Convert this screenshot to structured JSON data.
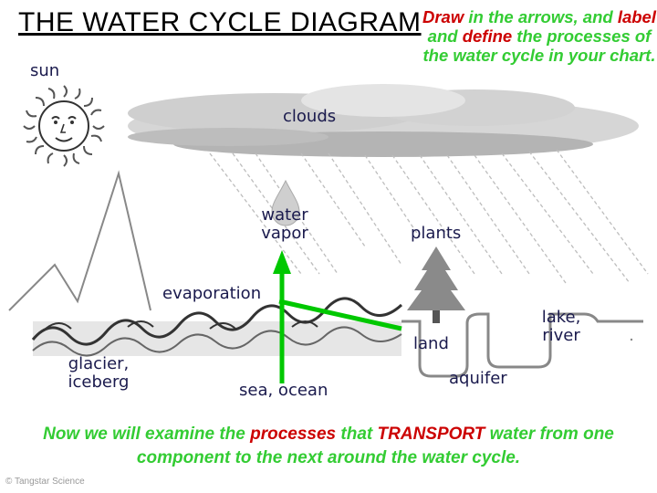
{
  "title": "THE WATER CYCLE DIAGRAM",
  "instruction": {
    "w1": "Draw",
    "w2": " in the arrows, and ",
    "w3": "label",
    "w4": " and ",
    "w5": "define",
    "w6": " the processes of the water cycle in your chart."
  },
  "labels": {
    "sun": "sun",
    "clouds": "clouds",
    "water_vapor_1": "water",
    "water_vapor_2": "vapor",
    "plants": "plants",
    "evaporation": "evaporation",
    "land": "land",
    "lake_river_1": "lake,",
    "lake_river_2": "river",
    "glacier_1": "glacier,",
    "glacier_2": "iceberg",
    "sea_ocean": "sea, ocean",
    "aquifer": "aquifer"
  },
  "bottom_text": {
    "p1": "Now we will examine the ",
    "p2": "processes",
    "p3": " that ",
    "p4": "TRANSPORT",
    "p5": " water from one component to the next around the water cycle."
  },
  "copyright": "© Tangstar Science",
  "colors": {
    "red": "#cc0000",
    "green": "#33cc33",
    "arrow": "#00c800",
    "label": "#1a1a4d"
  }
}
